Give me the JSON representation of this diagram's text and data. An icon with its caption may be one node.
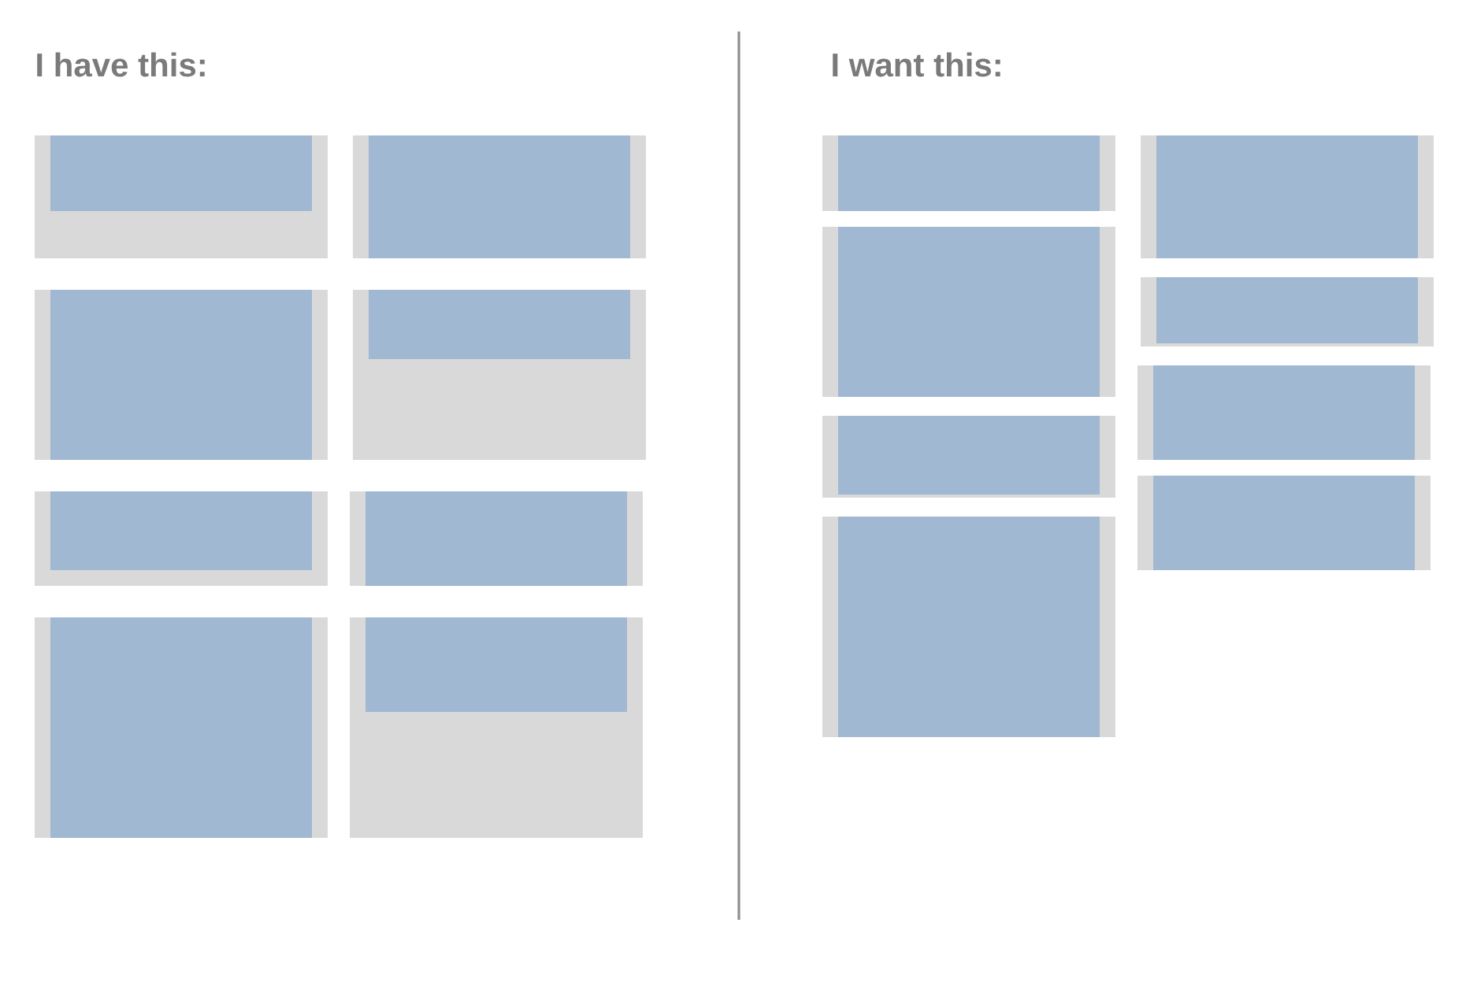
{
  "diagram": {
    "nodes": [
      {
        "text": [],
        "shape": "box"
      },
      {
        "text": [],
        "shape": "box",
        "in": 0
      },
      {
        "text": [],
        "shape": "box"
      },
      {
        "text": [],
        "shape": "box",
        "in": 2
      },
      {
        "text": [],
        "shape": "box"
      },
      {
        "text": [],
        "shape": "box",
        "in": 4
      },
      {
        "text": [],
        "shape": "box"
      },
      {
        "text": [],
        "shape": "box",
        "in": 6
      },
      {
        "text": [],
        "shape": "box"
      },
      {
        "text": [],
        "shape": "box",
        "in": 8
      },
      {
        "text": [],
        "shape": "box"
      },
      {
        "text": [],
        "shape": "box",
        "in": 10
      },
      {
        "text": [],
        "shape": "box"
      },
      {
        "text": [],
        "shape": "box",
        "in": 12
      },
      {
        "text": [],
        "shape": "box"
      },
      {
        "text": [],
        "shape": "box",
        "in": 14
      },
      {
        "text": [],
        "shape": "box"
      },
      {
        "text": [],
        "shape": "box",
        "in": 16
      },
      {
        "text": [],
        "shape": "box"
      },
      {
        "text": [],
        "shape": "box",
        "in": 18
      },
      {
        "text": [],
        "shape": "box"
      },
      {
        "text": [],
        "shape": "box",
        "in": 20
      },
      {
        "text": [],
        "shape": "box"
      },
      {
        "text": [],
        "shape": "box",
        "in": 22
      },
      {
        "text": [],
        "shape": "box"
      },
      {
        "text": [],
        "shape": "box",
        "in": 24
      },
      {
        "text": [],
        "shape": "box"
      },
      {
        "text": [],
        "shape": "box",
        "in": 26
      },
      {
        "text": [],
        "shape": "box"
      },
      {
        "text": [],
        "shape": "box",
        "in": 28
      },
      {
        "text": [],
        "shape": "box"
      },
      {
        "text": [],
        "shape": "box",
        "in": 30
      }
    ],
    "labels": [
      "I have this:",
      "I want this:"
    ]
  }
}
